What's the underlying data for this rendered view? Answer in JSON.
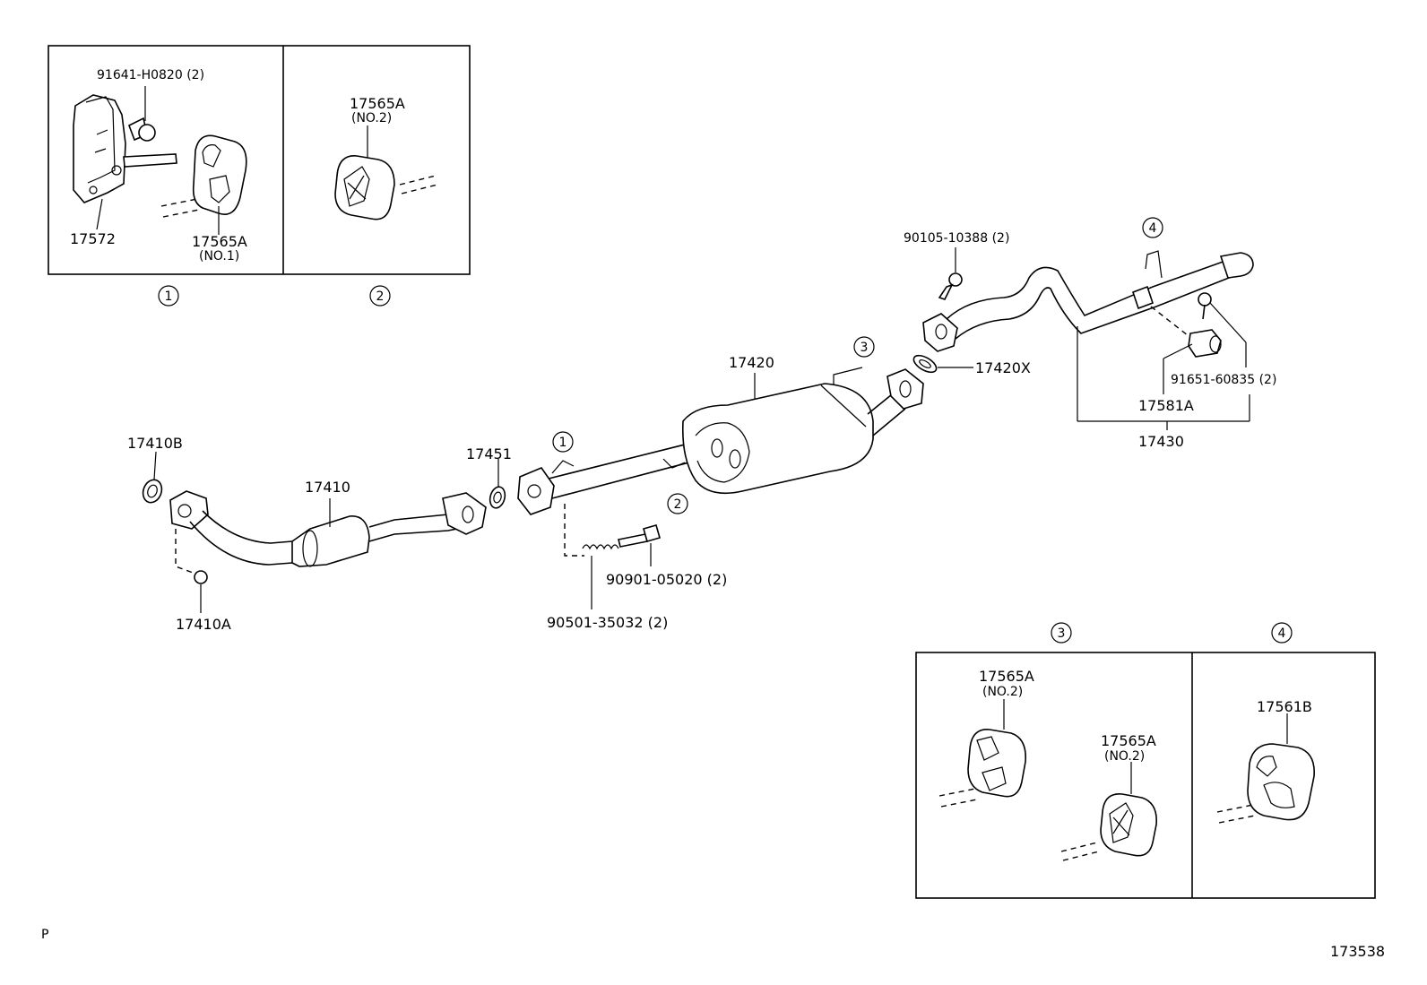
{
  "colors": {
    "line": "#000000",
    "background": "#ffffff"
  },
  "insets": {
    "inset_1": {
      "circle_label": "1",
      "bolt_label": "91641-H0820 (2)",
      "bracket_label": "17572",
      "hanger_label": "17565A",
      "hanger_sub": "(NO.1)"
    },
    "inset_2": {
      "circle_label": "2",
      "hanger_label": "17565A",
      "hanger_sub": "(NO.2)"
    },
    "inset_3": {
      "circle_label": "3",
      "hanger_a_label": "17565A",
      "hanger_a_sub": "(NO.2)",
      "hanger_b_label": "17565A",
      "hanger_b_sub": "(NO.2)"
    },
    "inset_4": {
      "circle_label": "4",
      "hanger_label": "17561B"
    }
  },
  "parts": {
    "front_pipe": "17410",
    "front_gasket": "17410B",
    "front_nut": "17410A",
    "gasket_17451": "17451",
    "center_muffler": "17420",
    "tail_gasket": "17420X",
    "tail_pipe_assy": "17430",
    "tail_pipe_part": "17581A",
    "spring": "90501-35032 (2)",
    "spring_bolt": "90901-05020 (2)",
    "tail_bolt": "90105-10388 (2)",
    "clamp_bolt": "91651-60835 (2)"
  },
  "callouts": {
    "c1": "1",
    "c2": "2",
    "c3": "3",
    "c4": "4"
  },
  "footer": {
    "left_mark": "P",
    "diagram_number": "173538"
  }
}
